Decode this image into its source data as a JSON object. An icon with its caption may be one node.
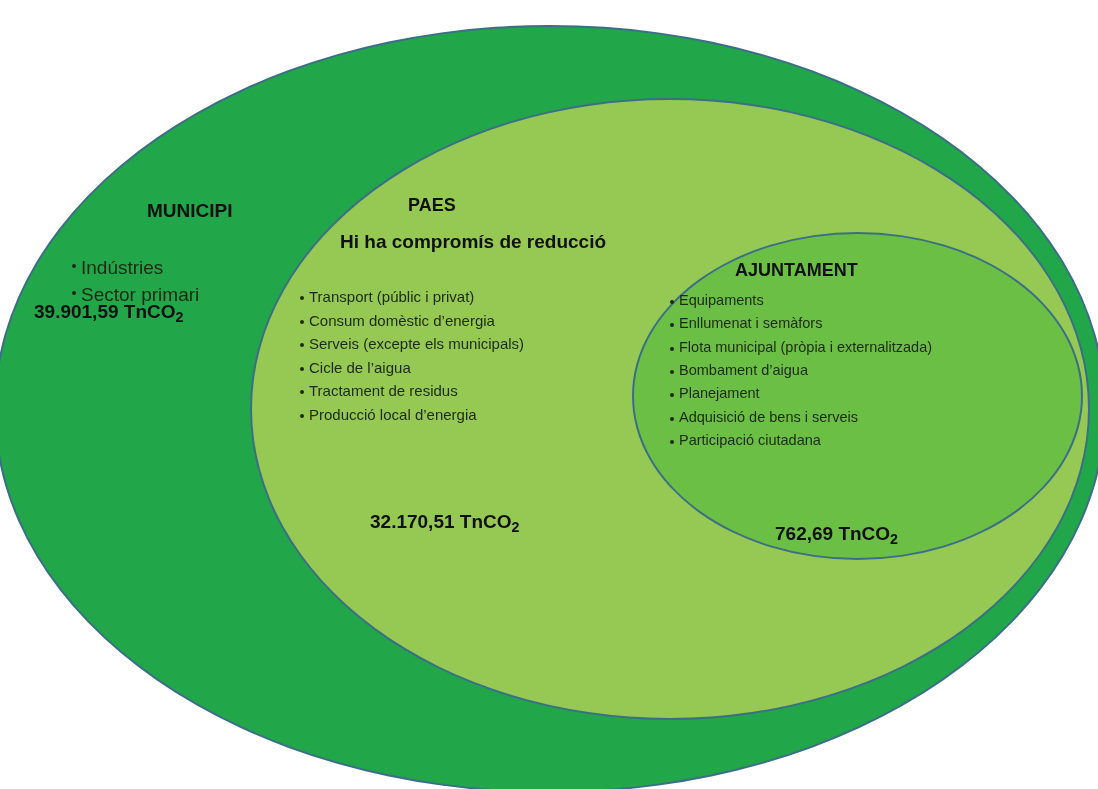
{
  "diagram": {
    "nodes": [
      {
        "text": [
          "MUNICIPI",
          "Indústries",
          "Sector primari",
          "39.901,59 TnCO$_{2}$"
        ]
      },
      {
        "text": [
          "PAES",
          "Hi ha compromís de reducció",
          "Transport (públic i privat)",
          "Consum domèstic d’energia",
          "Serveis (excepte els municipals)",
          "Cicle de l’aigua",
          "Tractament de residus",
          "Producció local d’energia",
          "32.170,51 TnCO$_{2}$"
        ],
        "in": 0
      },
      {
        "text": [
          "AJUNTAMENT",
          "Equipaments",
          "Enllumenat i semàfors",
          "Flota municipal (pròpia i externalitzada)",
          "Bombament d’aigua",
          "Planejament",
          "Adquisició de bens i serveis",
          "Participació ciutadana",
          "762,69 TnCO$_{2}$"
        ],
        "in": 1
      }
    ]
  }
}
